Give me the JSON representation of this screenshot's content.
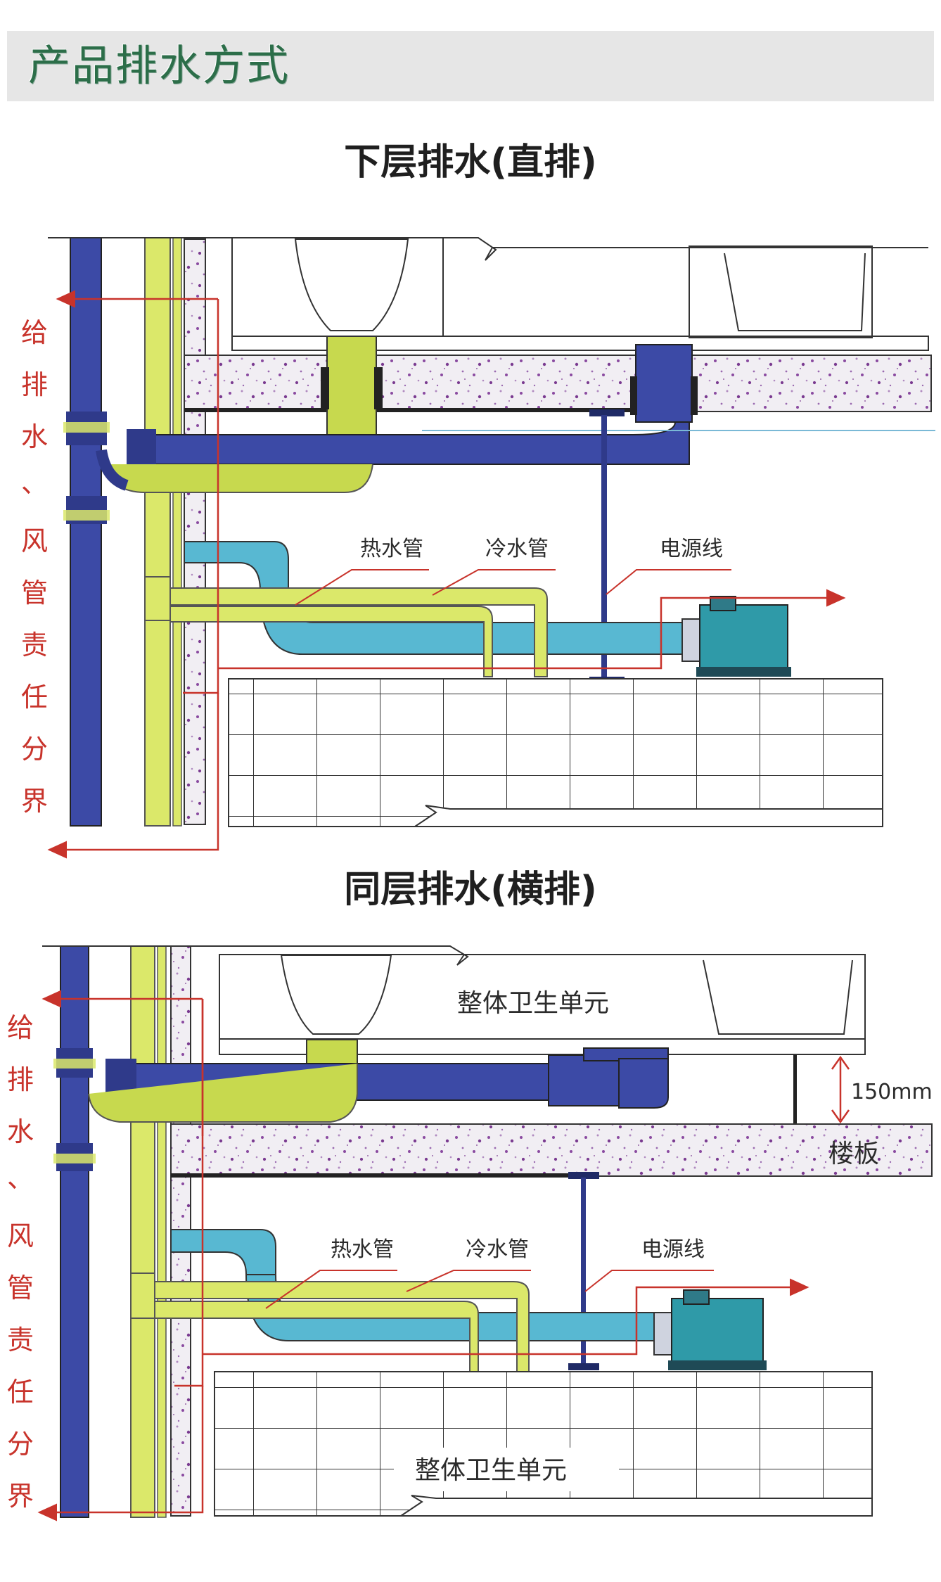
{
  "header": {
    "title": "产品排水方式"
  },
  "section1": {
    "title": "下层排水(直排)",
    "side_chars": [
      "给",
      "排",
      "水",
      "、",
      "风",
      "管",
      "责",
      "任",
      "分",
      "界"
    ],
    "labels": {
      "hot_pipe": "热水管",
      "cold_pipe": "冷水管",
      "power_line": "电源线"
    }
  },
  "section2": {
    "title": "同层排水(横排)",
    "side_chars": [
      "给",
      "排",
      "水",
      "、",
      "风",
      "管",
      "责",
      "任",
      "分",
      "界"
    ],
    "labels": {
      "unit_top": "整体卫生单元",
      "unit_bottom": "整体卫生单元",
      "height": "150mm",
      "floor": "楼板",
      "hot_pipe": "热水管",
      "cold_pipe": "冷水管",
      "power_line": "电源线"
    }
  },
  "colors": {
    "header_text": "#2c6e49",
    "drain_pipe": "#3c4aa6",
    "yellow_pipe": "#dbe86a",
    "cyan_pipe": "#58b8d2",
    "red_line": "#c8332b",
    "speckle": "#8a4aa0"
  }
}
